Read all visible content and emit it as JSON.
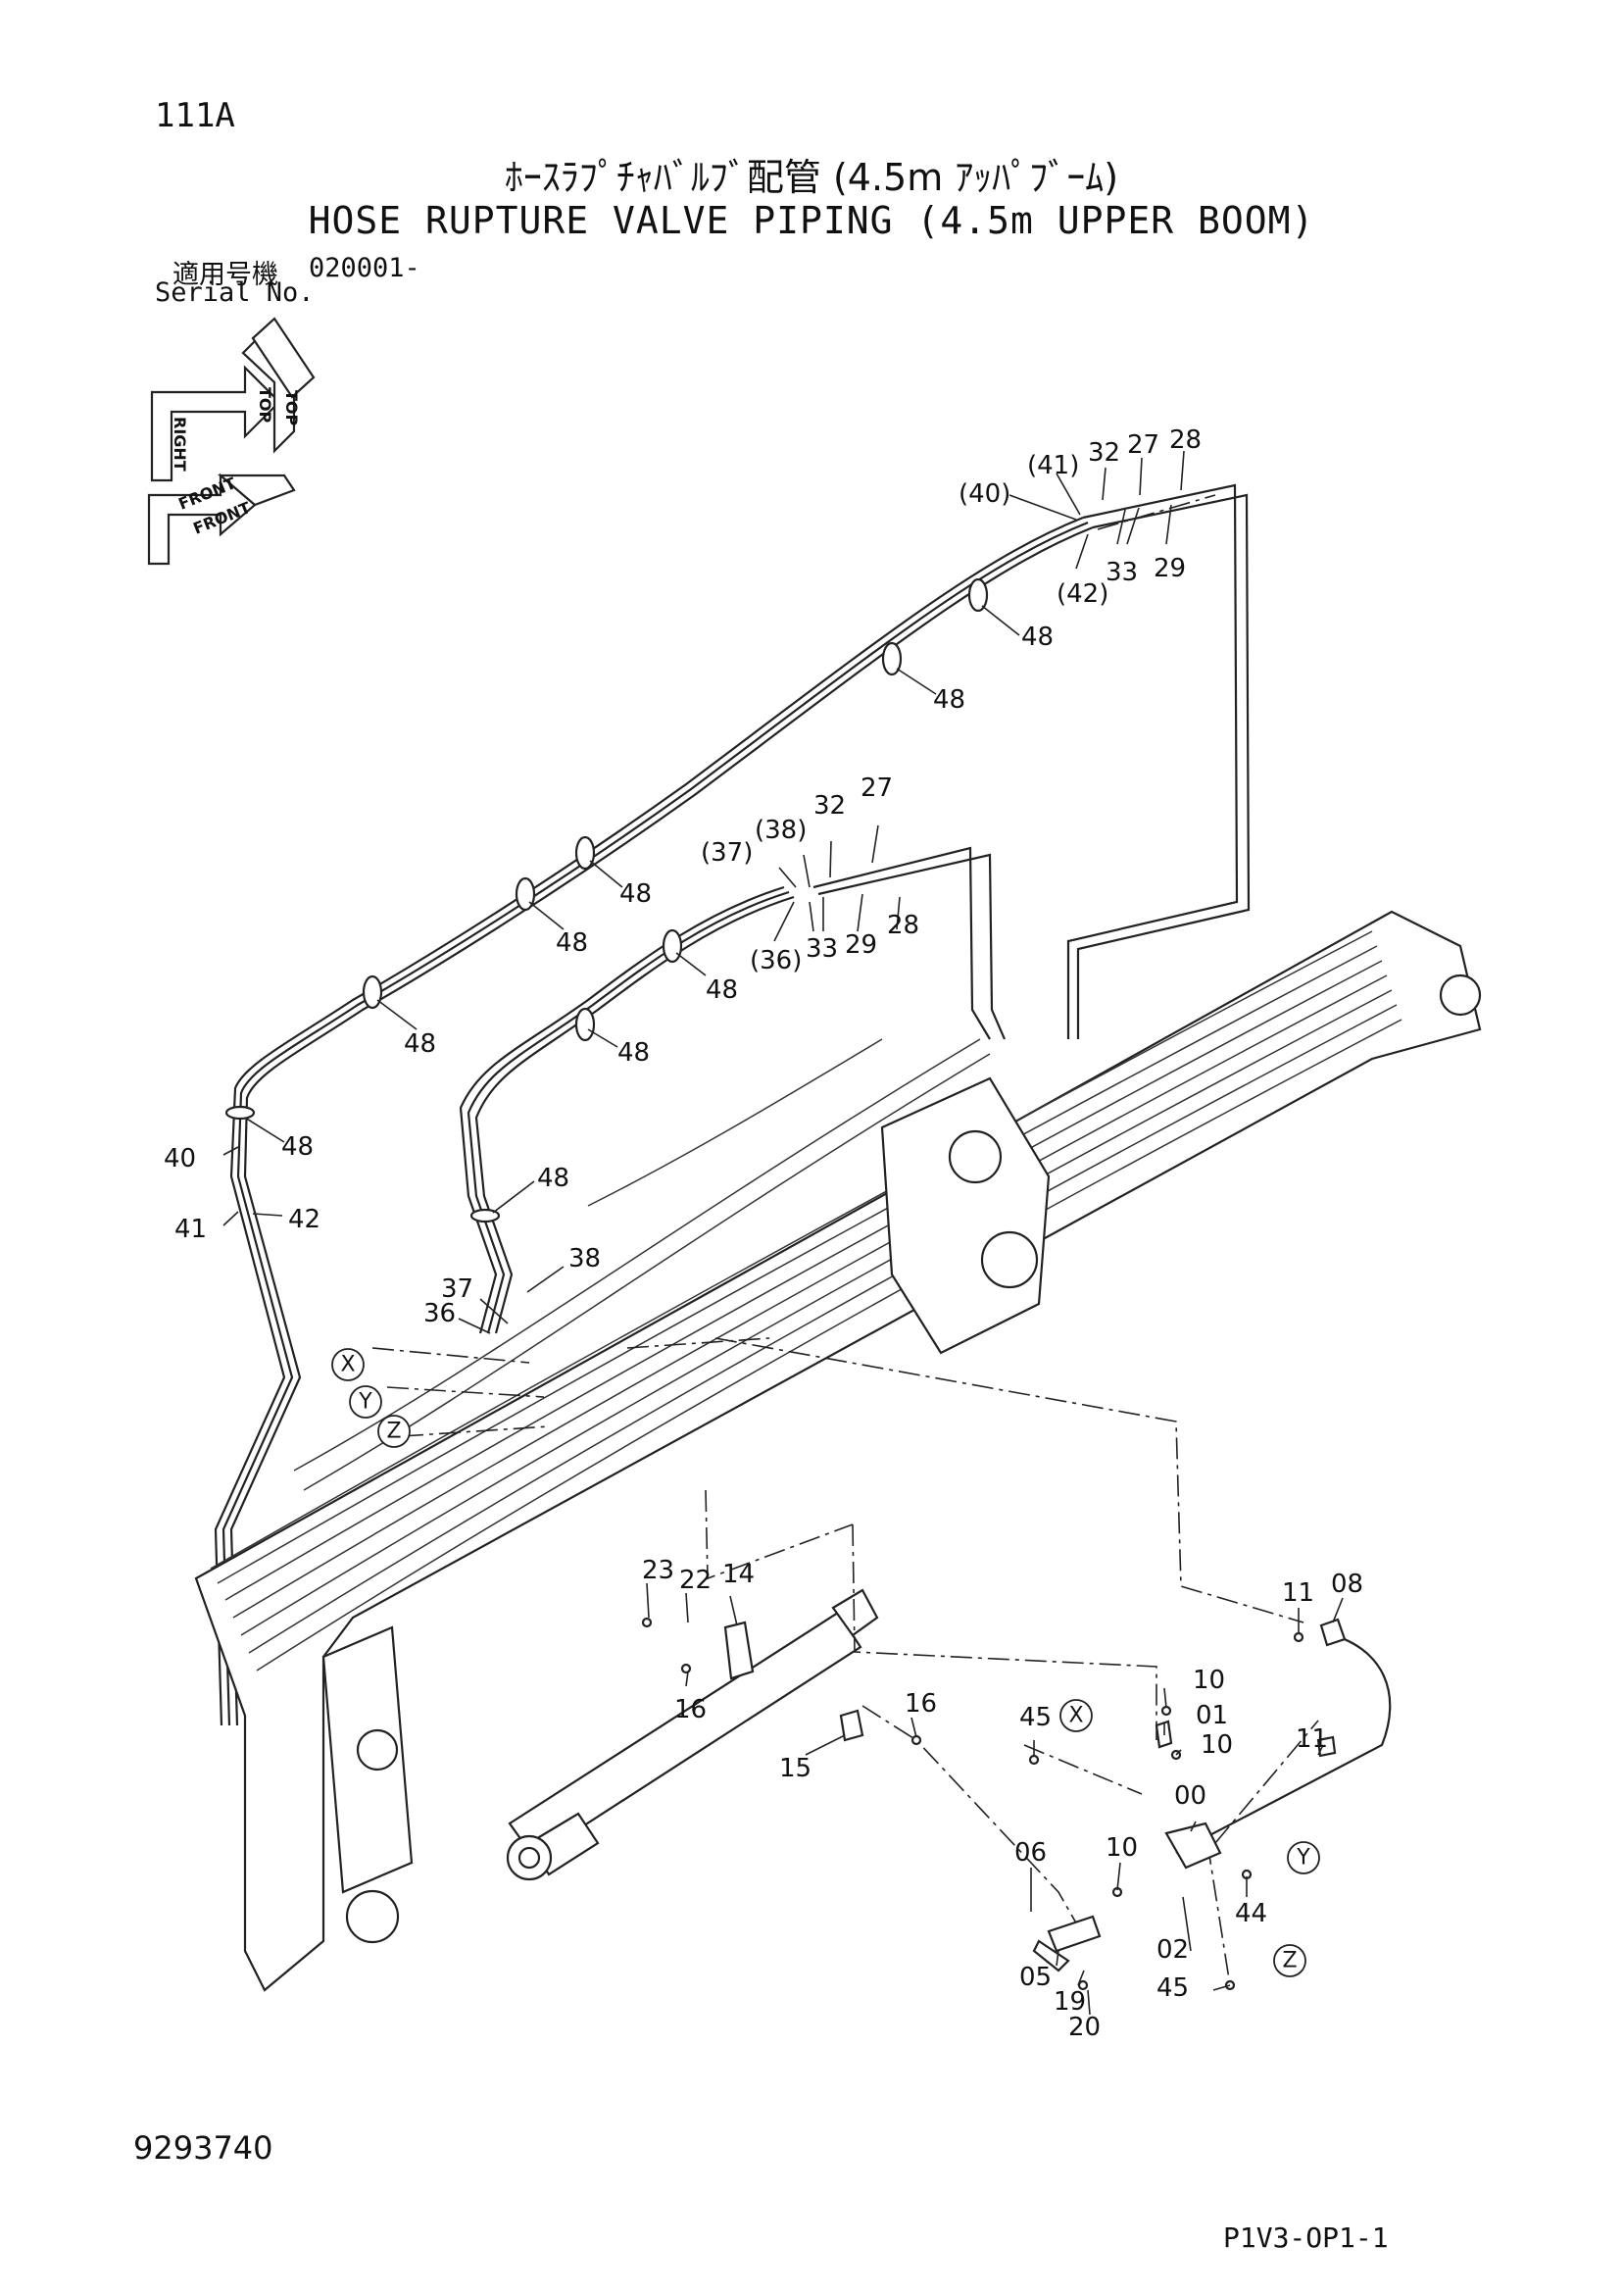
{
  "header": {
    "page_code": "111A",
    "title_jp": "ﾎｰｽﾗﾌﾟﾁｬﾊﾞﾙﾌﾞ配管 (4.5m ｱｯﾊﾟﾌﾞｰﾑ)",
    "title_en": "HOSE RUPTURE VALVE PIPING (4.5m UPPER BOOM)",
    "serial_label_jp": "適用号機",
    "serial_value": "020001-",
    "serial_label_en": "Serial No."
  },
  "orientation": {
    "top": "TOP",
    "right": "RIGHT",
    "front": "FRONT"
  },
  "refs": {
    "x": "X",
    "y": "Y",
    "z": "Z"
  },
  "callouts": [
    {
      "id": "c40a",
      "text": "(40)"
    },
    {
      "id": "c41a",
      "text": "(41)"
    },
    {
      "id": "c32a",
      "text": "32"
    },
    {
      "id": "c27a",
      "text": "27"
    },
    {
      "id": "c28a",
      "text": "28"
    },
    {
      "id": "c33a",
      "text": "33"
    },
    {
      "id": "c29a",
      "text": "29"
    },
    {
      "id": "c42a",
      "text": "(42)"
    },
    {
      "id": "c48a",
      "text": "48"
    },
    {
      "id": "c48b",
      "text": "48"
    },
    {
      "id": "c37a",
      "text": "(37)"
    },
    {
      "id": "c38a",
      "text": "(38)"
    },
    {
      "id": "c32b",
      "text": "32"
    },
    {
      "id": "c27b",
      "text": "27"
    },
    {
      "id": "c48c",
      "text": "48"
    },
    {
      "id": "c48d",
      "text": "48"
    },
    {
      "id": "c36a",
      "text": "(36)"
    },
    {
      "id": "c33b",
      "text": "33"
    },
    {
      "id": "c29b",
      "text": "29"
    },
    {
      "id": "c28b",
      "text": "28"
    },
    {
      "id": "c48e",
      "text": "48"
    },
    {
      "id": "c48f",
      "text": "48"
    },
    {
      "id": "c48g",
      "text": "48"
    },
    {
      "id": "c48h",
      "text": "48"
    },
    {
      "id": "c48i",
      "text": "48"
    },
    {
      "id": "c40b",
      "text": "40"
    },
    {
      "id": "c41b",
      "text": "41"
    },
    {
      "id": "c42b",
      "text": "42"
    },
    {
      "id": "c38b",
      "text": "38"
    },
    {
      "id": "c37b",
      "text": "37"
    },
    {
      "id": "c36b",
      "text": "36"
    },
    {
      "id": "c23",
      "text": "23"
    },
    {
      "id": "c22",
      "text": "22"
    },
    {
      "id": "c14",
      "text": "14"
    },
    {
      "id": "c16a",
      "text": "16"
    },
    {
      "id": "c16b",
      "text": "16"
    },
    {
      "id": "c15",
      "text": "15"
    },
    {
      "id": "c11a",
      "text": "11"
    },
    {
      "id": "c08",
      "text": "08"
    },
    {
      "id": "c10a",
      "text": "10"
    },
    {
      "id": "c01",
      "text": "01"
    },
    {
      "id": "c10b",
      "text": "10"
    },
    {
      "id": "c11b",
      "text": "11"
    },
    {
      "id": "c45a",
      "text": "45"
    },
    {
      "id": "c00",
      "text": "00"
    },
    {
      "id": "c06",
      "text": "06"
    },
    {
      "id": "c10c",
      "text": "10"
    },
    {
      "id": "c44",
      "text": "44"
    },
    {
      "id": "c02",
      "text": "02"
    },
    {
      "id": "c05",
      "text": "05"
    },
    {
      "id": "c19",
      "text": "19"
    },
    {
      "id": "c20",
      "text": "20"
    },
    {
      "id": "c45b",
      "text": "45"
    }
  ],
  "footer": {
    "drawing_number": "9293740",
    "sheet_code": "P1V3-OP1-1"
  }
}
